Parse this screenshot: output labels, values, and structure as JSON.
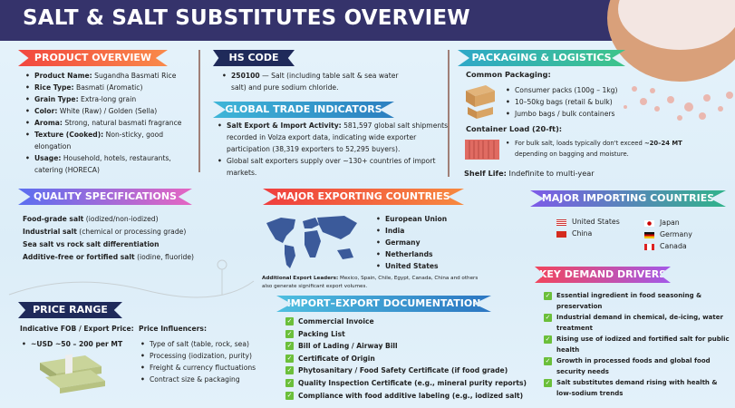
{
  "title": "SALT & SALT SUBSTITUTES OVERVIEW",
  "product_overview": {
    "heading": "PRODUCT OVERVIEW",
    "items": [
      {
        "label": "Product Name:",
        "value": " Sugandha Basmati Rice"
      },
      {
        "label": "Rice Type:",
        "value": " Basmati (Aromatic)"
      },
      {
        "label": "Grain Type:",
        "value": " Extra-long grain"
      },
      {
        "label": "Color:",
        "value": " White (Raw) / Golden (Sella)"
      },
      {
        "label": "Aroma:",
        "value": " Strong, natural basmati fragrance"
      },
      {
        "label": "Texture (Cooked):",
        "value": " Non-sticky, good elongation"
      },
      {
        "label": "Usage:",
        "value": " Household, hotels, restaurants, catering (HORECA)"
      }
    ]
  },
  "hs_code": {
    "heading": "HS CODE",
    "code": "250100",
    "text": " — Salt (including table salt & sea water salt) and pure sodium chloride."
  },
  "global_trade": {
    "heading": "GLOBAL TRADE INDICATORS",
    "items": [
      {
        "label": "Salt Export & Import Activity:",
        "value": " 581,597 global salt shipments recorded in Volza export data, indicating wide exporter participation (38,319 exporters to 52,295 buyers)."
      },
      {
        "label": "",
        "value": "Global salt exporters supply over ~130+ countries of import markets."
      }
    ]
  },
  "packaging": {
    "heading": "PACKAGING & LOGISTICS",
    "common_label": "Common Packaging:",
    "common_items": [
      "Consumer packs (100g – 1kg)",
      "10–50kg bags (retail & bulk)",
      "Jumbo bags / bulk containers"
    ],
    "container_label": "Container Load (20-ft):",
    "container_text": "For bulk salt, loads typically don't exceed ",
    "container_bold": "~20–24 MT",
    "container_text2": " depending on bagging and moisture.",
    "shelf_label": "Shelf Life:",
    "shelf_value": " Indefinite to multi-year"
  },
  "quality": {
    "heading": "QUALITY SPECIFICATIONS",
    "items": [
      {
        "label": "Food-grade salt",
        "value": " (iodized/non-iodized)"
      },
      {
        "label": "Industrial salt",
        "value": " (chemical or processing grade)"
      },
      {
        "label": "Sea salt vs rock salt differentiation",
        "value": ""
      },
      {
        "label": "Additive-free or fortified salt",
        "value": " (iodine, fluoride)"
      }
    ]
  },
  "exporting": {
    "heading": "MAJOR EXPORTING COUNTRIES",
    "items": [
      "European Union",
      "India",
      "Germany",
      "Netherlands",
      "United States"
    ],
    "additional_label": "Additional Export Leaders:",
    "additional_text": " Mexico, Spain, Chile, Egypt, Canada, China and others also generate significant export volumes."
  },
  "importing": {
    "heading": "MAJOR IMPORTING COUNTRIES",
    "col1": [
      "United States",
      "China"
    ],
    "col2": [
      "Japan",
      "Germany",
      "Canada"
    ]
  },
  "price": {
    "heading": "PRICE RANGE",
    "fob_label": "Indicative FOB / Export Price:",
    "fob_value": "~USD ~50 – 200 per MT",
    "influencers_label": "Price Influencers:",
    "influencers": [
      "Type of salt (table, rock, sea)",
      "Processing (iodization, purity)",
      "Freight & currency fluctuations",
      "Contract size & packaging"
    ]
  },
  "documentation": {
    "heading": "IMPORT–EXPORT DOCUMENTATION",
    "items": [
      "Commercial Invoice",
      "Packing List",
      "Bill of Lading / Airway Bill",
      "Certificate of Origin",
      "Phytosanitary / Food Safety Certificate (if food grade)",
      "Quality Inspection Certificate (e.g., mineral purity reports)",
      "Compliance with food additive labeling (e.g., iodized salt)"
    ]
  },
  "demand": {
    "heading": "KEY DEMAND DRIVERS",
    "items": [
      "Essential ingredient in food seasoning & preservation",
      "Industrial demand in chemical, de-icing, water treatment",
      "Rising use of iodized and fortified salt for public health",
      "Growth in processed foods and global food security needs",
      "Salt substitutes demand rising with health & low-sodium trends"
    ]
  },
  "colors": {
    "title_bar": "#35336b",
    "check": "#6bbf3a",
    "map": "#3b5a9a"
  }
}
